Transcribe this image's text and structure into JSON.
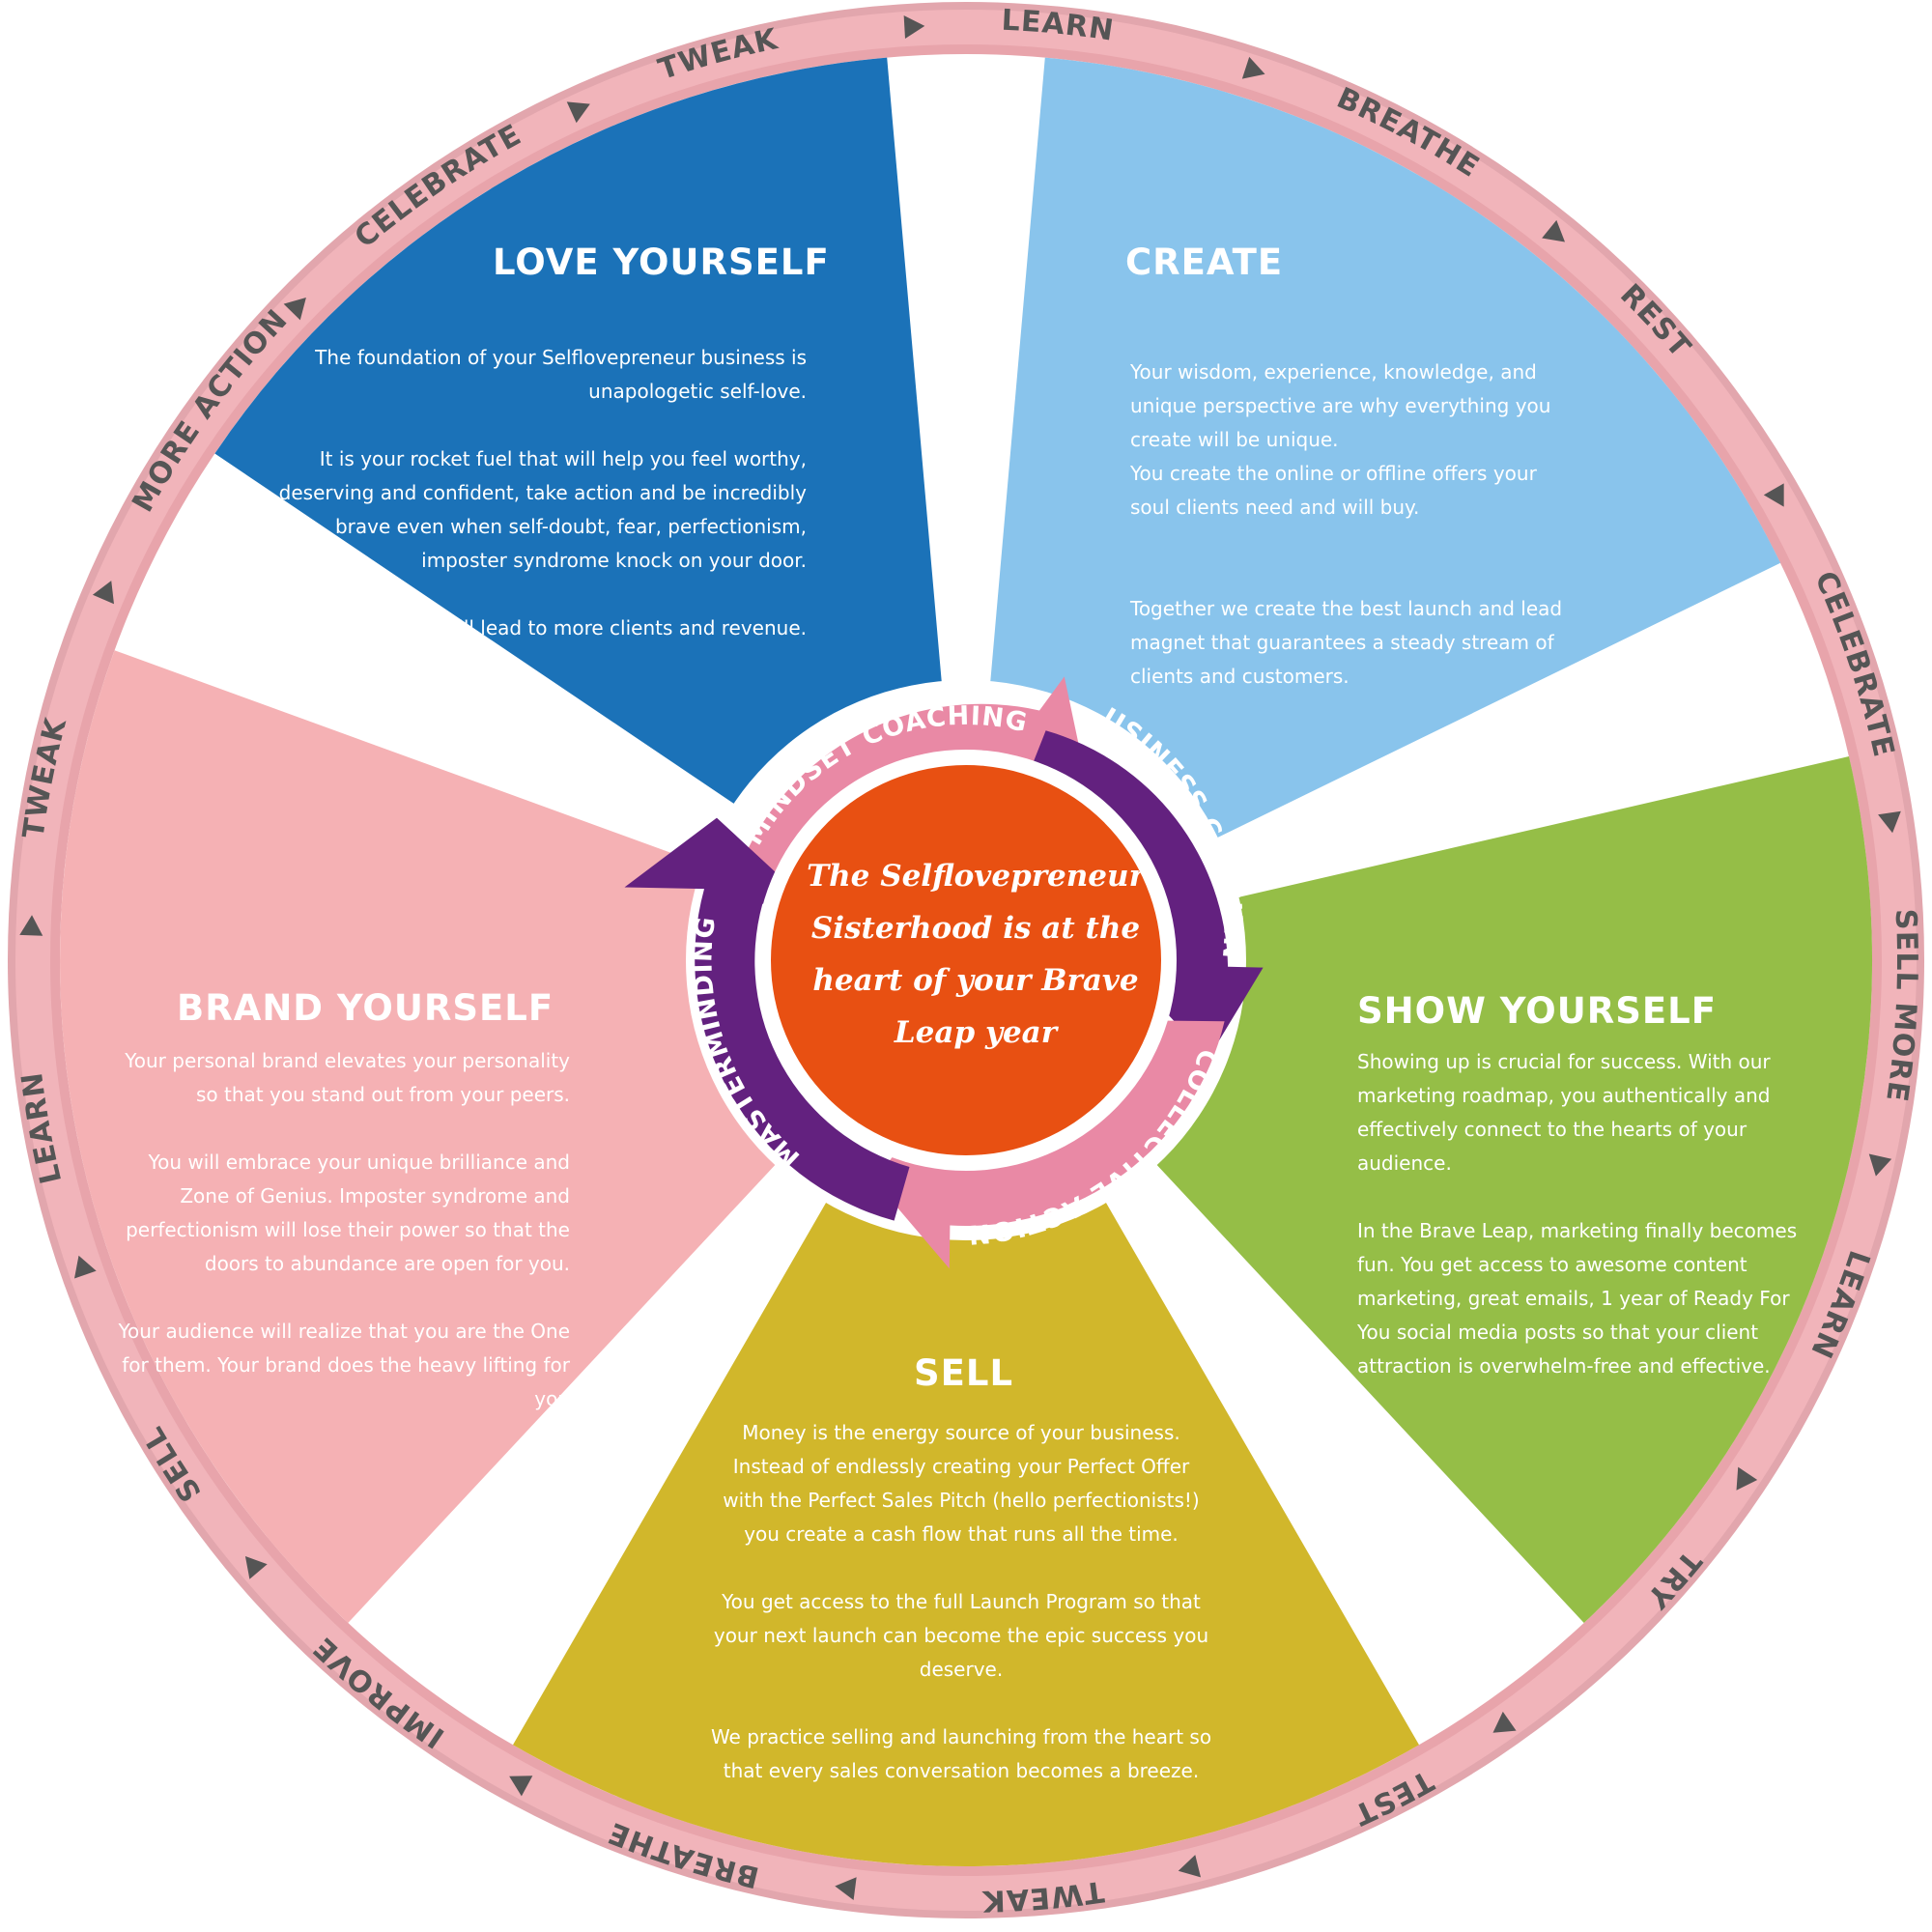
{
  "colors": {
    "ring_outer": "#e2a6ad",
    "ring_track": "#f1b4ba",
    "ring_text": "#555555",
    "love_yourself": "#1b72b8",
    "create": "#89c4ec",
    "show_yourself": "#95be47",
    "sell": "#d1b72b",
    "brand_yourself": "#f5b1b4",
    "center": "#e85012",
    "arrow_pink": "#e989a5",
    "arrow_purple": "#63217f"
  },
  "ring_words": [
    "LEARN",
    "BREATHE",
    "REST",
    "CELEBRATE",
    "SELL MORE",
    "LEARN",
    "TRY",
    "TEST",
    "TWEAK",
    "BREATHE",
    "IMPROVE",
    "SELL",
    "LEARN",
    "TWEAK",
    "MORE ACTION",
    "CELEBRATE",
    "TWEAK"
  ],
  "sections": {
    "love_yourself": {
      "title": "LOVE YOURSELF",
      "paragraphs": [
        "The foundation of your Selflovepreneur business is unapologetic self-love.",
        "It is your rocket fuel that will help you feel worthy, deserving and confident, take action and be incredibly brave even when self-doubt, fear, perfectionism, imposter syndrome knock on your door.",
        "Self-love will lead to more clients and revenue."
      ]
    },
    "create": {
      "title": "CREATE",
      "paragraphs": [
        "Your wisdom, experience,  knowledge, and unique perspective are why everything you create will be unique.\nYou create the online or offline offers your soul clients need and will buy.",
        "Together we create the best launch and lead magnet that guarantees a steady stream of clients and customers."
      ]
    },
    "show_yourself": {
      "title": "SHOW YOURSELF",
      "paragraphs": [
        "Showing up is crucial for success. With our marketing roadmap, you authentically and effectively connect to the hearts of your audience.",
        "In the Brave Leap, marketing finally becomes fun. You get access to awesome content marketing, great emails, 1 year of Ready For You social media posts so that your client attraction is overwhelm-free and effective."
      ]
    },
    "sell": {
      "title": "SELL",
      "paragraphs": [
        "Money is the energy source of your business. Instead of endlessly creating your Perfect Offer with the Perfect Sales Pitch (hello perfectionists!) you create a cash flow that runs all the time.",
        "You get access to the full Launch Program so that your next launch can become the epic success you deserve.",
        "We practice selling and launching from the heart so that every sales conversation becomes a breeze."
      ]
    },
    "brand_yourself": {
      "title": "BRAND YOURSELF",
      "paragraphs": [
        "Your personal brand elevates your personality so that you stand out from your peers.",
        "You will embrace your unique brilliance and Zone of Genius. Imposter syndrome and perfectionism will lose their power so that the doors to abundance are open for you.",
        "Your audience will realize that you are the One for them. Your brand does the heavy lifting for you"
      ]
    }
  },
  "arrows": {
    "mindset": "MINDSET COACHING",
    "business": "BUSINESS COACHING",
    "collective": "COLLECTIVE ACTION",
    "masterminding": "MASTERMINDING"
  },
  "center_text": "The Selflovepreneur Sisterhood is at the heart of your Brave Leap year"
}
